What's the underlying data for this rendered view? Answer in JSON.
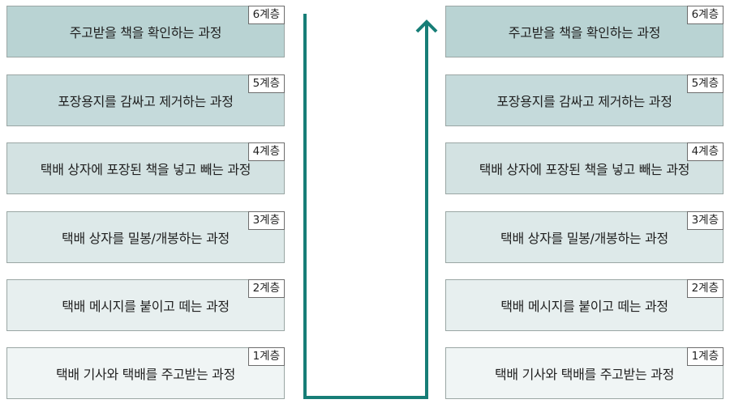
{
  "colors": {
    "layer6": "#b9d3d3",
    "layer5": "#c5dadb",
    "layer4": "#d3e2e2",
    "layer3": "#dde9e9",
    "layer2": "#e7efef",
    "layer1": "#f0f5f5",
    "arrow": "#177e77"
  },
  "sender": {
    "layers": [
      {
        "tag": "6계층",
        "text": "주고받을 책을 확인하는 과정"
      },
      {
        "tag": "5계층",
        "text": "포장용지를 감싸고 제거하는 과정"
      },
      {
        "tag": "4계층",
        "text": "택배 상자에 포장된 책을 넣고 빼는 과정"
      },
      {
        "tag": "3계층",
        "text": "택배 상자를 밀봉/개봉하는 과정"
      },
      {
        "tag": "2계층",
        "text": "택배 메시지를 붙이고 떼는 과정"
      },
      {
        "tag": "1계층",
        "text": "택배 기사와 택배를 주고받는 과정"
      }
    ]
  },
  "receiver": {
    "layers": [
      {
        "tag": "6계층",
        "text": "주고받을 책을 확인하는 과정"
      },
      {
        "tag": "5계층",
        "text": "포장용지를 감싸고 제거하는 과정"
      },
      {
        "tag": "4계층",
        "text": "택배 상자에 포장된 책을 넣고 빼는 과정"
      },
      {
        "tag": "3계층",
        "text": "택배 상자를 밀봉/개봉하는 과정"
      },
      {
        "tag": "2계층",
        "text": "택배 메시지를 붙이고 떼는 과정"
      },
      {
        "tag": "1계층",
        "text": "택배 기사와 택배를 주고받는 과정"
      }
    ]
  }
}
